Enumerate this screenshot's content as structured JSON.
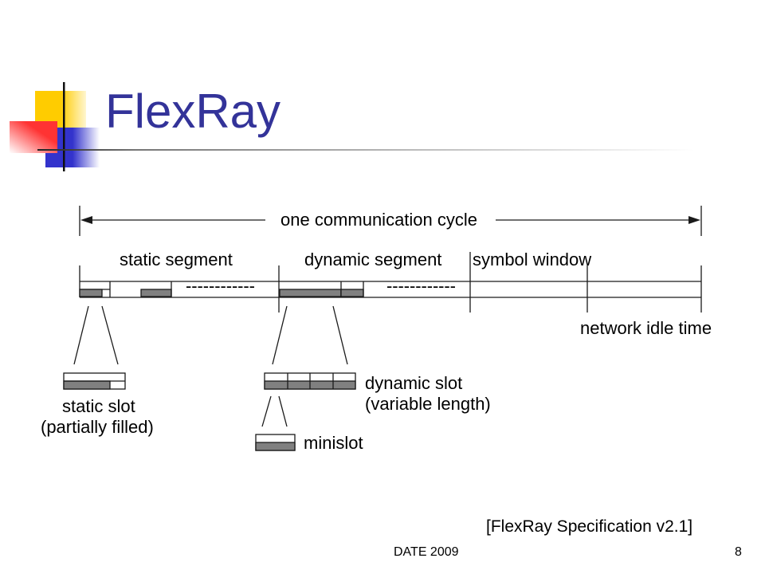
{
  "slide": {
    "title": "FlexRay",
    "citation": "[FlexRay Specification v2.1]",
    "footer_date": "DATE 2009",
    "page_number": "8"
  },
  "diagram": {
    "cycle_label": "one communication cycle",
    "segments": {
      "static": "static segment",
      "dynamic": "dynamic segment",
      "symbol": "symbol window",
      "idle": "network idle time"
    },
    "static_continuation": "------------",
    "dynamic_continuation": "------------",
    "static_slot": {
      "label": "static slot",
      "note": "(partially filled)"
    },
    "dynamic_slot": {
      "label": "dynamic slot",
      "note": "(variable length)"
    },
    "minislot": {
      "label": "minislot"
    }
  },
  "colors": {
    "title": "#333399",
    "payload_fill": "#808080",
    "logo_yellow": "#FFCC00",
    "logo_red": "#FF3333",
    "logo_blue": "#3333CC"
  }
}
